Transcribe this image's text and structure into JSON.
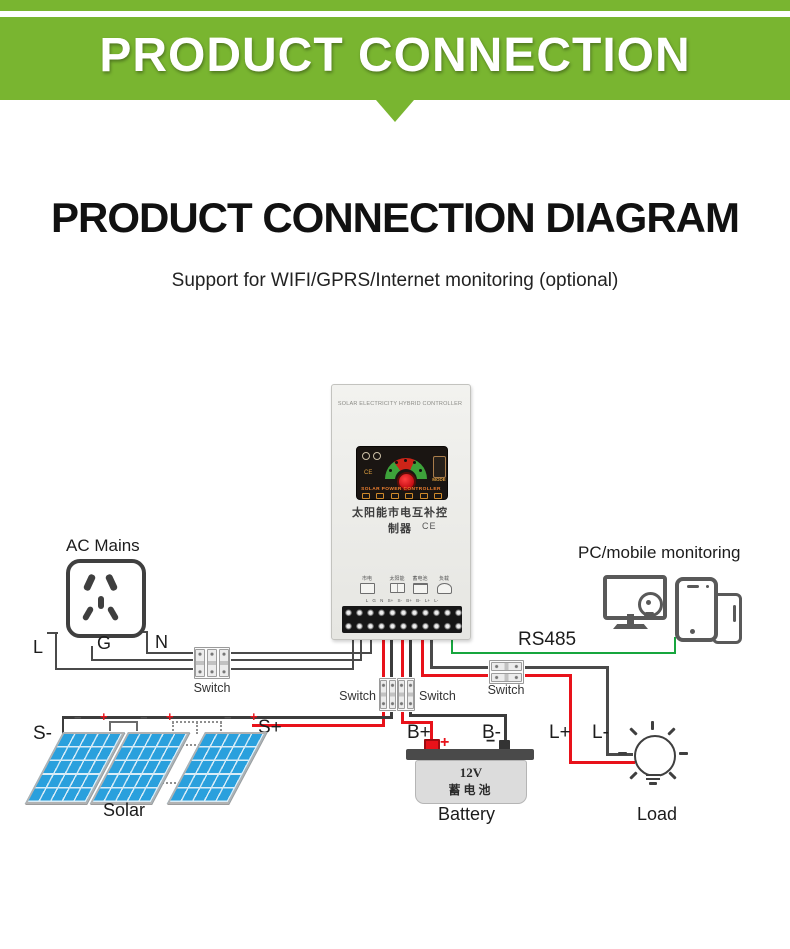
{
  "banner": {
    "title": "PRODUCT CONNECTION"
  },
  "heading": {
    "title": "PRODUCT CONNECTION DIAGRAM",
    "subtitle": "Support for WIFI/GPRS/Internet monitoring (optional)"
  },
  "controller": {
    "brand_text": "SOLAR ELECTRICITY HYBRID CONTROLLER",
    "panel_title": "SOLAR POWER CONTROLLER",
    "mode_label": "MODE",
    "ce_panel": "CE",
    "ce_mark": "CE",
    "chinese_title": "太阳能市电互补控制器",
    "port_groups": [
      "市电",
      "太阳能",
      "蓄电池",
      "负载"
    ],
    "terminal_letters": "L G N S+ S- B+ B- L+ L-"
  },
  "ac": {
    "label": "AC Mains",
    "l": "L",
    "g": "G",
    "n": "N",
    "switch_label": "Switch"
  },
  "monitoring": {
    "label": "PC/mobile monitoring",
    "bus_label": "RS485"
  },
  "solar": {
    "label": "Solar",
    "s_minus": "S-",
    "s_plus": "S+",
    "switch_label": "Switch",
    "panel_minus": "−",
    "panel_plus": "+"
  },
  "battery": {
    "label": "Battery",
    "b_plus": "B+",
    "b_minus": "B-",
    "switch_label": "Switch",
    "voltage": "12V",
    "chinese": "蓄电池",
    "terminal_plus": "+",
    "terminal_minus": "−"
  },
  "load": {
    "label": "Load",
    "l_plus": "L+",
    "l_minus": "L-",
    "switch_label": "Switch"
  },
  "colors": {
    "banner_green": "#79b530",
    "wire_red": "#e8121a",
    "wire_dark": "#4a4a4a",
    "wire_green": "#17a63e",
    "panel_blue": "#2aa0dd"
  }
}
